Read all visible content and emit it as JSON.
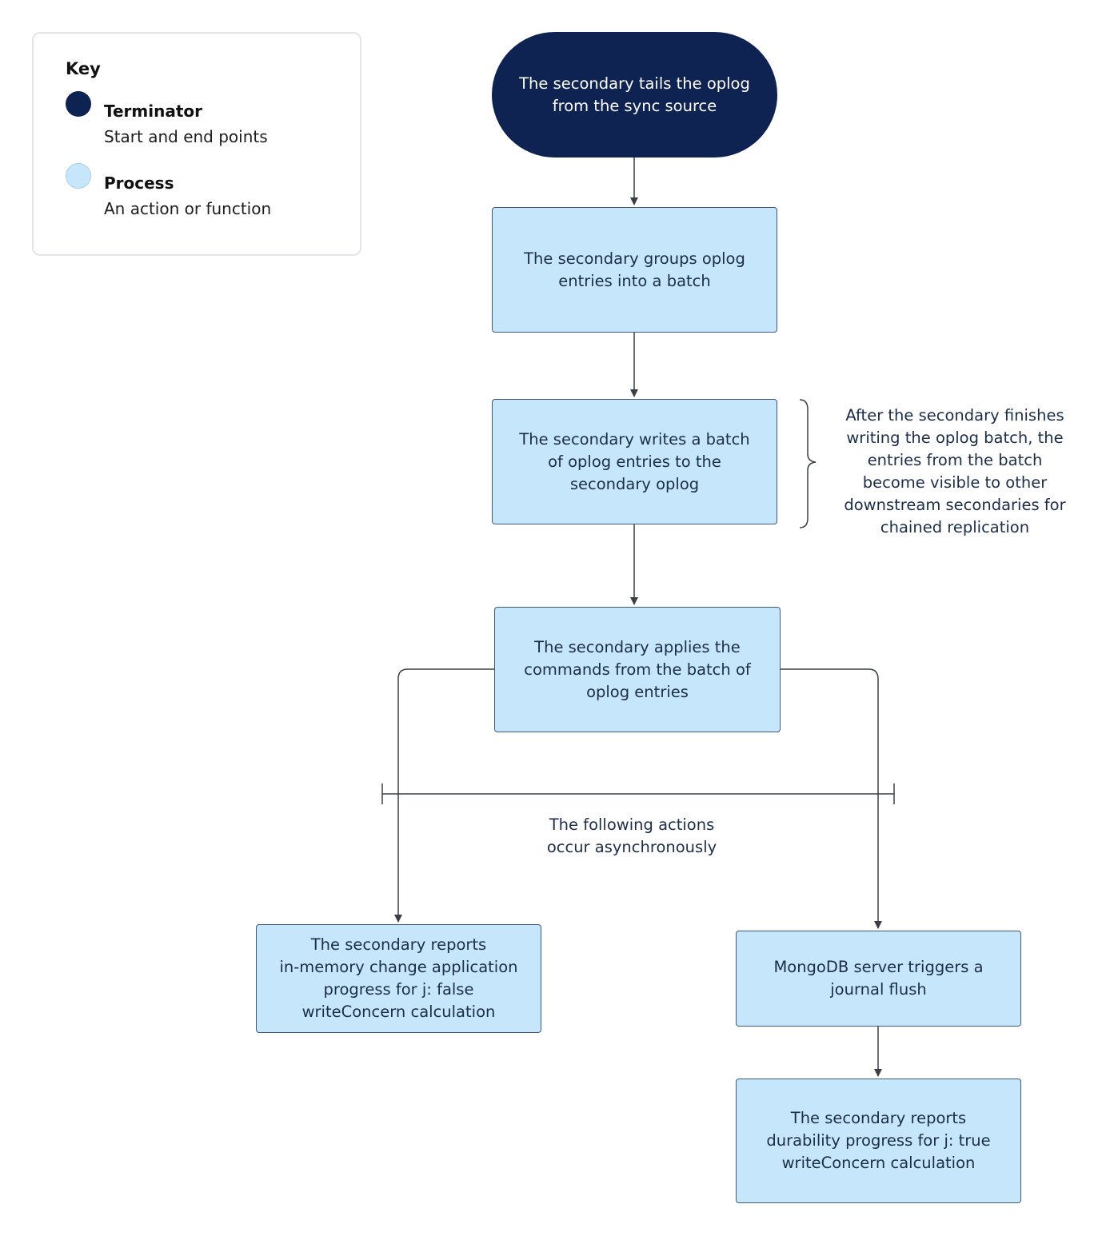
{
  "legend": {
    "title": "Key",
    "items": [
      {
        "name": "Terminator",
        "description": "Start and end points"
      },
      {
        "name": "Process",
        "description": "An action or function"
      }
    ]
  },
  "nodes": {
    "start": {
      "lines": [
        "The secondary tails the oplog",
        "from the sync source"
      ]
    },
    "group_batch": {
      "lines": [
        "The secondary groups oplog",
        "entries into a batch"
      ]
    },
    "write_batch": {
      "lines": [
        "The secondary writes a batch",
        "of oplog entries to the",
        "secondary oplog"
      ]
    },
    "apply_commands": {
      "lines": [
        "The secondary applies the",
        "commands from the batch of",
        "oplog entries"
      ]
    },
    "report_inmemory": {
      "lines": [
        "The secondary reports",
        "in-memory change application",
        "progress for j: false",
        "writeConcern calculation"
      ]
    },
    "journal_flush": {
      "lines": [
        "MongoDB server triggers a",
        "journal flush"
      ]
    },
    "report_durability": {
      "lines": [
        "The secondary reports",
        "durability progress for j: true",
        "writeConcern calculation"
      ]
    }
  },
  "annotations": {
    "chained_replication": {
      "lines": [
        "After the secondary finishes",
        "writing the oplog batch, the",
        "entries from the batch",
        "become visible to other",
        "downstream secondaries for",
        "chained replication"
      ]
    },
    "async_actions": {
      "lines": [
        "The following actions",
        "occur asynchronously"
      ]
    }
  },
  "colors": {
    "terminator_fill": "#0f2353",
    "process_fill": "#c6e6fb",
    "process_border": "#3f5a7a",
    "connector": "#3a3f47",
    "text": "#1c2d4a"
  }
}
